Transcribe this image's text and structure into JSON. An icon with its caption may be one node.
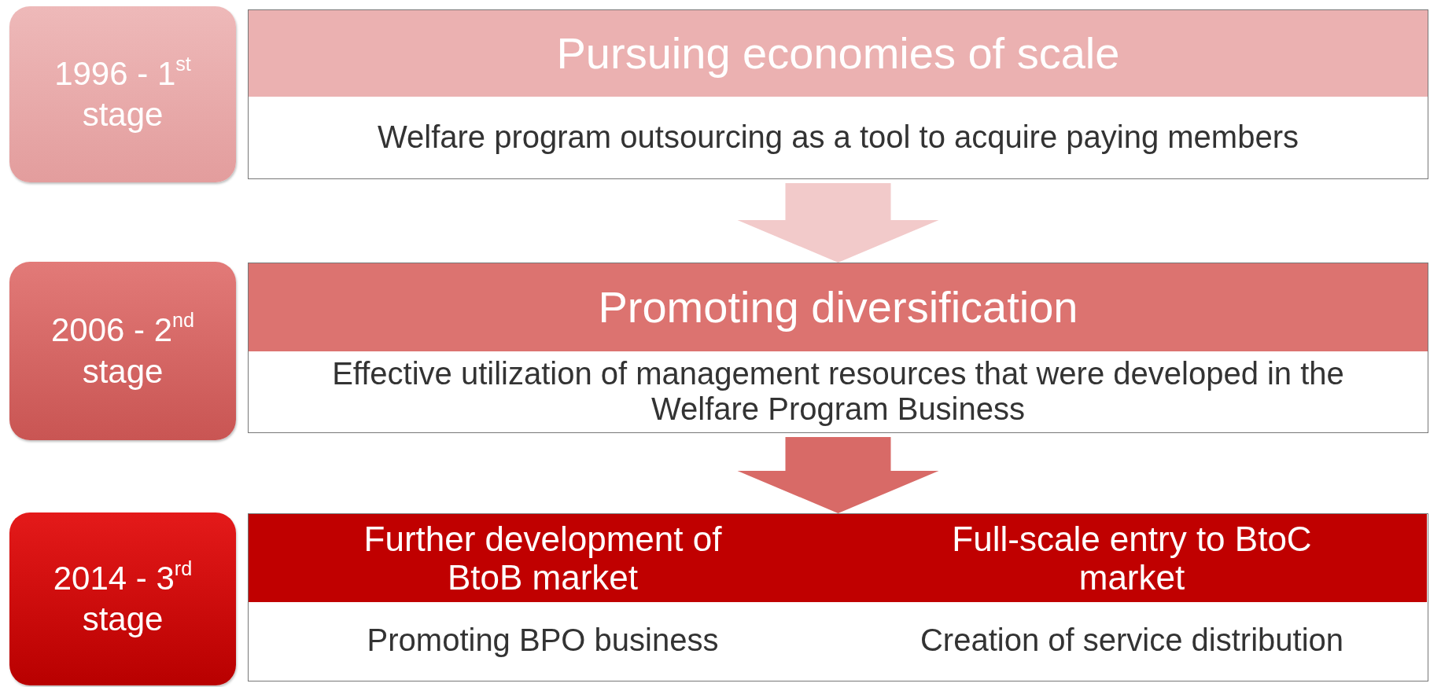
{
  "diagram": {
    "nodes": [
      {
        "text": [
          "1996 - 1$^{st}$ stage"
        ]
      },
      {
        "text": [
          "Pursuing economies of scale",
          "Welfare program outsourcing as a tool to acquire paying members"
        ]
      },
      {
        "text": [
          "2006 - 2$^{nd}$ stage"
        ]
      },
      {
        "text": [
          "Promoting diversification",
          "Effective utilization of management resources that were developed in the Welfare Program Business"
        ]
      },
      {
        "text": [
          "2014 - 3$^{rd}$ stage"
        ]
      },
      {
        "text": [],
        "shape": "box"
      },
      {
        "text": [
          "Further development of BtoB market",
          "Promoting BPO business"
        ],
        "in": 5
      },
      {
        "text": [
          "Full-scale entry to BtoC market",
          "Creation of service distribution"
        ],
        "in": 5
      }
    ],
    "edges": [
      {
        "from": 1,
        "to": 3,
        "arrow": "to",
        "color": "#f2caca"
      },
      {
        "from": 3,
        "to": 5,
        "arrow": "to",
        "color": "#d86a67"
      }
    ]
  }
}
